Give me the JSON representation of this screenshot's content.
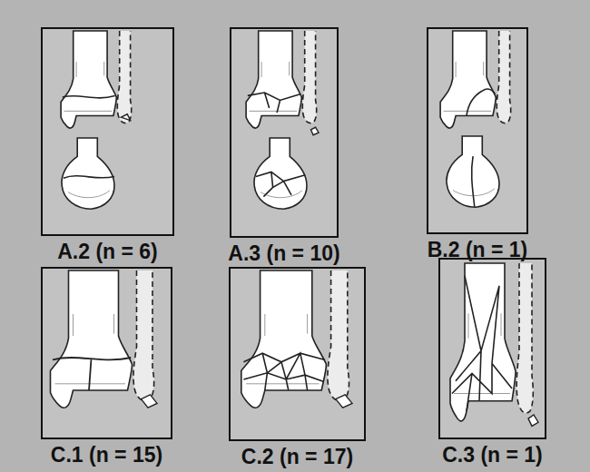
{
  "diagram": {
    "nodes": [
      {
        "text": [
          "A.2 (n = 6)"
        ]
      },
      {
        "text": [
          "A.3 (n = 10)"
        ]
      },
      {
        "text": [
          "B.2 (n = 1)"
        ]
      },
      {
        "text": [
          "C.1 (n = 15)"
        ]
      },
      {
        "text": [
          "C.2 (n = 17)"
        ]
      },
      {
        "text": [
          "C.3 (n = 1)"
        ]
      }
    ]
  }
}
